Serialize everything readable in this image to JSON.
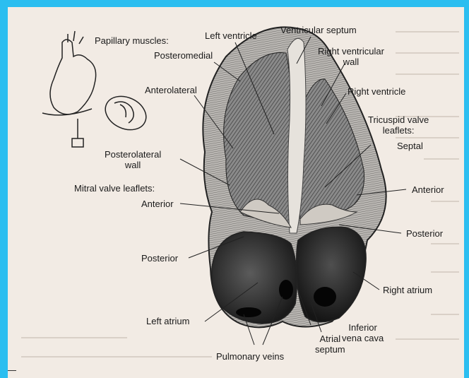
{
  "labels": {
    "papillary_muscles": "Papillary muscles:",
    "left_ventricle": "Left ventricle",
    "ventricular_septum": "Ventricular septum",
    "posteromedial": "Posteromedial",
    "right_ventricular_wall": "Right ventricular\nwall",
    "anterolateral": "Anterolateral",
    "right_ventricle": "Right ventricle",
    "tricuspid_valve_leaflets": "Tricuspid valve\nleaflets:",
    "septal": "Septal",
    "posterolateral_wall": "Posterolateral\nwall",
    "mitral_valve_leaflets": "Mitral valve leaflets:",
    "anterior_tricuspid": "Anterior",
    "anterior_mitral": "Anterior",
    "posterior_tricuspid": "Posterior",
    "posterior_mitral": "Posterior",
    "right_atrium": "Right atrium",
    "left_atrium": "Left atrium",
    "inferior_vena_cava": "Inferior\nvena cava",
    "atrial_septum": "Atrial\nseptum",
    "pulmonary_veins": "Pulmonary veins"
  },
  "colors": {
    "frame_border": "#2bbef0",
    "paper": "#f2ebe4",
    "tissue_dark": "#1c1c1c",
    "tissue_mid": "#5a5a5a",
    "outline": "#222222"
  },
  "icons": {
    "heart_thumbnail": "heart-orientation-sketch-icon"
  }
}
